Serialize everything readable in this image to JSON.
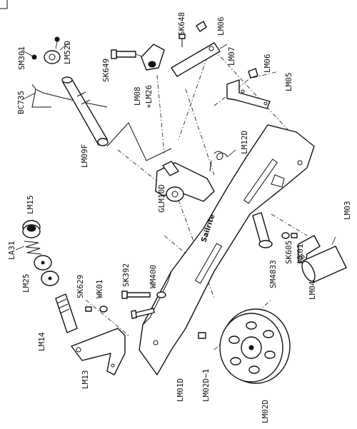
{
  "brand_text": "Sailrite",
  "labels": {
    "SM301": "SM301",
    "LM52D": "LM52D",
    "BC735": "BC735",
    "LM09F": "LM09F",
    "SK649": "SK649",
    "SK648": "SK648",
    "LM06a": "LM06",
    "LM07": "LM07",
    "LM06b": "LM06",
    "LM05": "LM05",
    "LM08": "LM08",
    "LM26": "∗LM26",
    "LM12D": "LM12D",
    "GLM10D": "GLM10D",
    "LM15": "LM15",
    "LA31": "LA31",
    "LM25": "LM25",
    "SK629": "SK629",
    "WK01a": "WK01",
    "LM14": "LM14",
    "LM13": "LM13",
    "SK392": "SK392",
    "WM400": "WM400",
    "LM01D": "LM01D",
    "LM02D1": "LM02D−1",
    "LM02D": "LM02D",
    "SK605": "SK605",
    "WK01b": "WK01",
    "SM4833": "SM4833",
    "LM04": "LM04",
    "LM03": "LM03"
  }
}
